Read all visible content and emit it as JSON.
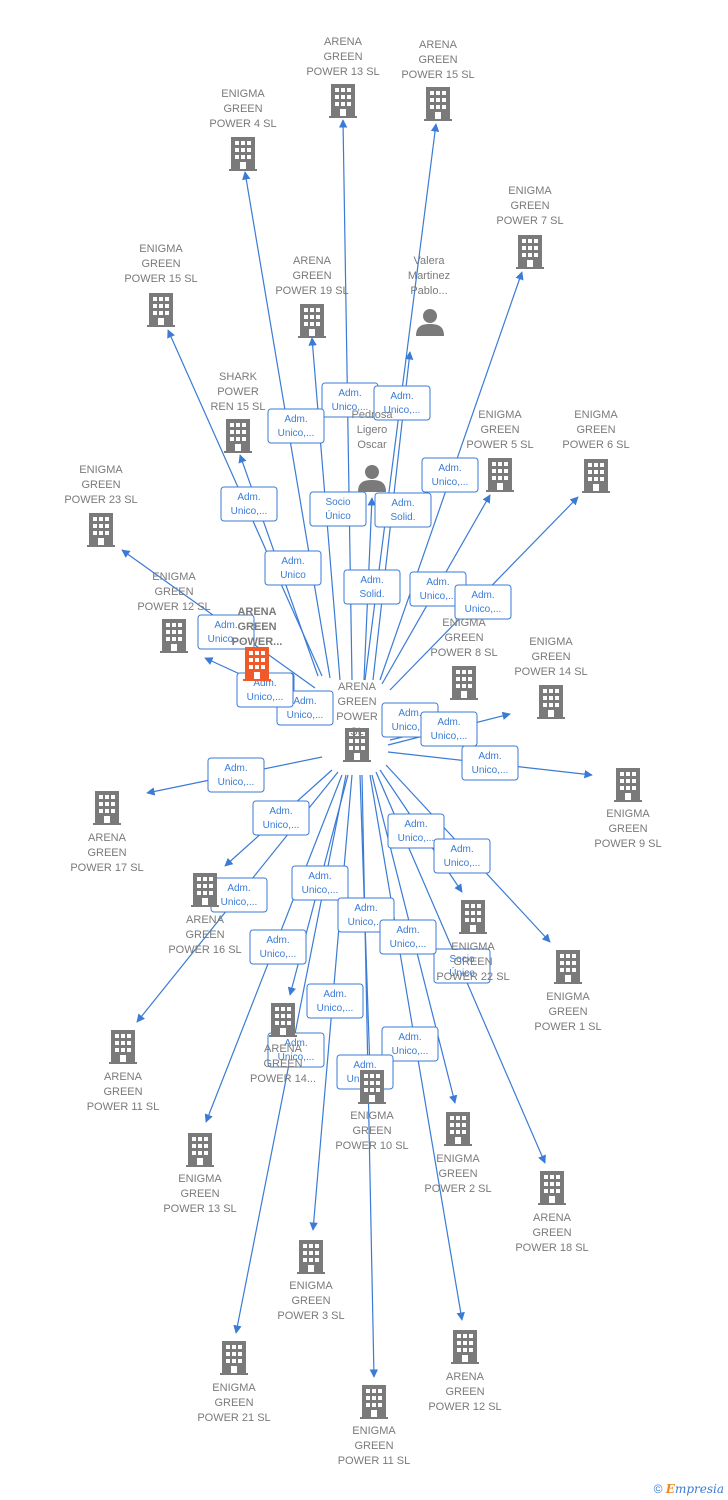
{
  "colors": {
    "edge": "#3a7bd5",
    "building": "#7a7a7a",
    "center": "#f05a28",
    "text": "#7a7a7a"
  },
  "footer": {
    "copyright": "©",
    "brand_e": "E",
    "brand_rest": "mpresia"
  },
  "nodes": [
    {
      "id": "center",
      "type": "company",
      "lines": [
        "ARENA",
        "GREEN",
        "POWER",
        "SL"
      ],
      "highlight": false
    },
    {
      "id": "focus",
      "type": "company",
      "lines": [
        "ARENA",
        "GREEN",
        "POWER..."
      ],
      "highlight": true
    },
    {
      "id": "ag13",
      "type": "company",
      "lines": [
        "ARENA",
        "GREEN",
        "POWER 13  SL"
      ]
    },
    {
      "id": "ag15",
      "type": "company",
      "lines": [
        "ARENA",
        "GREEN",
        "POWER 15  SL"
      ]
    },
    {
      "id": "eg4",
      "type": "company",
      "lines": [
        "ENIGMA",
        "GREEN",
        "POWER 4  SL"
      ]
    },
    {
      "id": "eg7",
      "type": "company",
      "lines": [
        "ENIGMA",
        "GREEN",
        "POWER 7  SL"
      ]
    },
    {
      "id": "eg15",
      "type": "company",
      "lines": [
        "ENIGMA",
        "GREEN",
        "POWER 15  SL"
      ]
    },
    {
      "id": "ag19",
      "type": "company",
      "lines": [
        "ARENA",
        "GREEN",
        "POWER 19  SL"
      ]
    },
    {
      "id": "valera",
      "type": "person",
      "lines": [
        "Valera",
        "Martinez",
        "Pablo..."
      ]
    },
    {
      "id": "shark",
      "type": "company",
      "lines": [
        "SHARK",
        "POWER",
        "REN 15  SL"
      ]
    },
    {
      "id": "ligero",
      "type": "person",
      "lines": [
        "Pedrosa",
        "Ligero",
        "Oscar"
      ]
    },
    {
      "id": "eg5",
      "type": "company",
      "lines": [
        "ENIGMA",
        "GREEN",
        "POWER 5  SL"
      ]
    },
    {
      "id": "eg6",
      "type": "company",
      "lines": [
        "ENIGMA",
        "GREEN",
        "POWER 6  SL"
      ]
    },
    {
      "id": "eg23",
      "type": "company",
      "lines": [
        "ENIGMA",
        "GREEN",
        "POWER 23  SL"
      ]
    },
    {
      "id": "eg12",
      "type": "company",
      "lines": [
        "ENIGMA",
        "GREEN",
        "POWER 12  SL"
      ]
    },
    {
      "id": "eg8",
      "type": "company",
      "lines": [
        "ENIGMA",
        "GREEN",
        "POWER 8  SL"
      ]
    },
    {
      "id": "eg14",
      "type": "company",
      "lines": [
        "ENIGMA",
        "GREEN",
        "POWER 14  SL"
      ]
    },
    {
      "id": "eg9",
      "type": "company",
      "lines": [
        "ENIGMA",
        "GREEN",
        "POWER 9  SL"
      ]
    },
    {
      "id": "ag17",
      "type": "company",
      "lines": [
        "ARENA",
        "GREEN",
        "POWER 17  SL"
      ]
    },
    {
      "id": "ag16",
      "type": "company",
      "lines": [
        "ARENA",
        "GREEN",
        "POWER 16  SL"
      ]
    },
    {
      "id": "eg22",
      "type": "company",
      "lines": [
        "ENIGMA",
        "GREEN",
        "POWER 22  SL"
      ]
    },
    {
      "id": "eg1",
      "type": "company",
      "lines": [
        "ENIGMA",
        "GREEN",
        "POWER 1  SL"
      ]
    },
    {
      "id": "ag11",
      "type": "company",
      "lines": [
        "ARENA",
        "GREEN",
        "POWER 11  SL"
      ]
    },
    {
      "id": "ag14",
      "type": "company",
      "lines": [
        "ARENA",
        "GREEN",
        "POWER 14..."
      ]
    },
    {
      "id": "eg10",
      "type": "company",
      "lines": [
        "ENIGMA",
        "GREEN",
        "POWER 10  SL"
      ]
    },
    {
      "id": "eg2",
      "type": "company",
      "lines": [
        "ENIGMA",
        "GREEN",
        "POWER 2  SL"
      ]
    },
    {
      "id": "ag18",
      "type": "company",
      "lines": [
        "ARENA",
        "GREEN",
        "POWER 18  SL"
      ]
    },
    {
      "id": "eg13",
      "type": "company",
      "lines": [
        "ENIGMA",
        "GREEN",
        "POWER 13  SL"
      ]
    },
    {
      "id": "eg3",
      "type": "company",
      "lines": [
        "ENIGMA",
        "GREEN",
        "POWER 3  SL"
      ]
    },
    {
      "id": "eg21",
      "type": "company",
      "lines": [
        "ENIGMA",
        "GREEN",
        "POWER 21  SL"
      ]
    },
    {
      "id": "ag12",
      "type": "company",
      "lines": [
        "ARENA",
        "GREEN",
        "POWER 12  SL"
      ]
    },
    {
      "id": "eg11",
      "type": "company",
      "lines": [
        "ENIGMA",
        "GREEN",
        "POWER 11  SL"
      ]
    }
  ],
  "edges": [
    {
      "to": "ag13",
      "label": [
        "Adm.",
        "Unico,..."
      ]
    },
    {
      "to": "ag15",
      "label": [
        "Adm.",
        "Unico,..."
      ]
    },
    {
      "to": "eg4",
      "label": [
        "Adm.",
        "Unico,..."
      ]
    },
    {
      "to": "eg7",
      "label": [
        "Adm.",
        "Unico,..."
      ]
    },
    {
      "to": "eg15",
      "label": [
        "Adm.",
        "Unico,..."
      ]
    },
    {
      "to": "ag19",
      "label": [
        "Socio",
        "Único"
      ]
    },
    {
      "to": "valera",
      "label": [
        "Adm.",
        "Solid."
      ]
    },
    {
      "to": "shark",
      "label": [
        "Adm.",
        "Unico"
      ]
    },
    {
      "to": "ligero",
      "label": [
        "Adm.",
        "Solid."
      ]
    },
    {
      "to": "eg5",
      "label": [
        "Adm.",
        "Unico,..."
      ]
    },
    {
      "to": "eg6",
      "label": [
        "Adm.",
        "Unico,..."
      ]
    },
    {
      "to": "eg23",
      "label": [
        "Adm.",
        "Unico,..."
      ]
    },
    {
      "to": "eg12",
      "label": [
        "Adm.",
        "Unico,..."
      ]
    },
    {
      "to": "focus",
      "label": [
        "Adm.",
        "Unico,..."
      ]
    },
    {
      "to": "eg14",
      "label": [
        "Adm.",
        "Unico,..."
      ]
    },
    {
      "to": "eg9",
      "label": [
        "Adm.",
        "Unico,..."
      ]
    },
    {
      "to": "ag17",
      "label": [
        "Adm.",
        "Unico,..."
      ]
    },
    {
      "to": "ag16",
      "label": [
        "Adm.",
        "Unico,..."
      ]
    },
    {
      "to": "eg22",
      "label": [
        "Adm.",
        "Unico,..."
      ]
    },
    {
      "to": "eg1",
      "label": [
        "Adm.",
        "Unico,..."
      ]
    },
    {
      "to": "ag11",
      "label": [
        "Adm.",
        "Unico,..."
      ]
    },
    {
      "to": "ag14",
      "label": [
        "Adm.",
        "Unico,..."
      ]
    },
    {
      "to": "eg10",
      "label": [
        "Adm.",
        "Unico,..."
      ]
    },
    {
      "to": "eg2",
      "label": [
        "Socio",
        "Único"
      ]
    },
    {
      "to": "ag18",
      "label": [
        "Adm.",
        "Unico,..."
      ]
    },
    {
      "to": "eg13",
      "label": [
        "Adm.",
        "Unico,..."
      ]
    },
    {
      "to": "eg3",
      "label": [
        "Adm.",
        "Unico,..."
      ]
    },
    {
      "to": "eg21",
      "label": [
        "Adm.",
        "Unico,..."
      ]
    },
    {
      "to": "ag12",
      "label": [
        "Adm.",
        "Unico,..."
      ]
    },
    {
      "to": "eg11",
      "label": [
        "Adm.",
        "Unico,..."
      ]
    },
    {
      "to": "eg8",
      "label": [
        "Adm.",
        "Unico,..."
      ]
    },
    {
      "to": "center2",
      "label": [
        "Adm.",
        "Unico,..."
      ]
    }
  ]
}
